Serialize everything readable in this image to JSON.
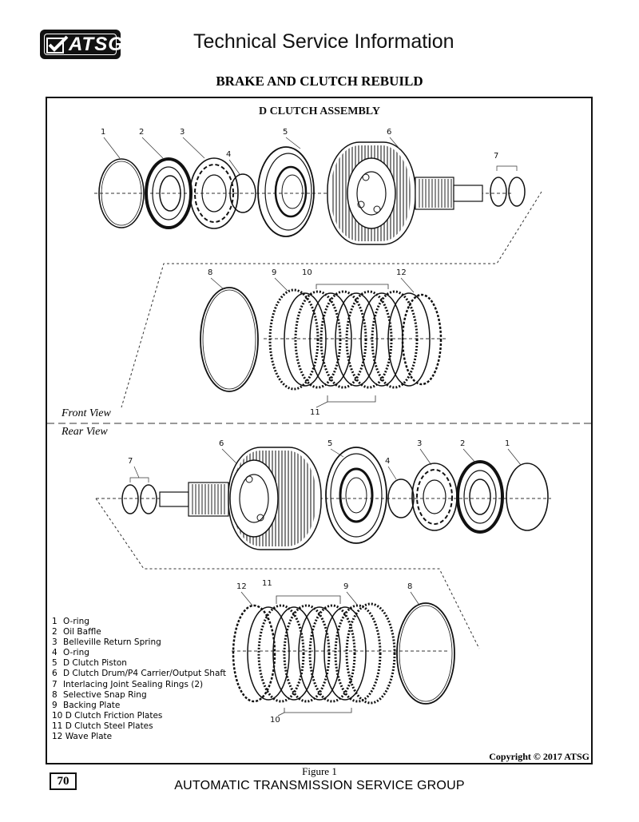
{
  "header": {
    "logo_text": "ATSG",
    "title": "Technical Service Information"
  },
  "page": {
    "subtitle": "BRAKE AND CLUTCH  REBUILD",
    "number": "70",
    "figure_caption": "Figure 1",
    "footer": "AUTOMATIC TRANSMISSION SERVICE GROUP",
    "copyright": "Copyright © 2017 ATSG"
  },
  "diagram": {
    "title": "D CLUTCH ASSEMBLY",
    "front_view_label": "Front View",
    "rear_view_label": "Rear View",
    "callouts": {
      "c1": "1",
      "c2": "2",
      "c3": "3",
      "c4": "4",
      "c5": "5",
      "c6": "6",
      "c7": "7",
      "c8": "8",
      "c9": "9",
      "c10": "10",
      "c11": "11",
      "c12": "12"
    }
  },
  "legend": [
    {
      "num": "1",
      "text": "O-ring"
    },
    {
      "num": "2",
      "text": "Oil Baffle"
    },
    {
      "num": "3",
      "text": "Belleville Return Spring"
    },
    {
      "num": "4",
      "text": "O-ring"
    },
    {
      "num": "5",
      "text": "D Clutch Piston"
    },
    {
      "num": "6",
      "text": "D Clutch Drum/P4 Carrier/Output Shaft"
    },
    {
      "num": "7",
      "text": "Interlacing Joint Sealing Rings (2)"
    },
    {
      "num": "8",
      "text": "Selective Snap Ring"
    },
    {
      "num": "9",
      "text": "Backing Plate"
    },
    {
      "num": "10",
      "text": "D Clutch Friction Plates"
    },
    {
      "num": "11",
      "text": "D Clutch Steel Plates"
    },
    {
      "num": "12",
      "text": "Wave Plate"
    }
  ]
}
